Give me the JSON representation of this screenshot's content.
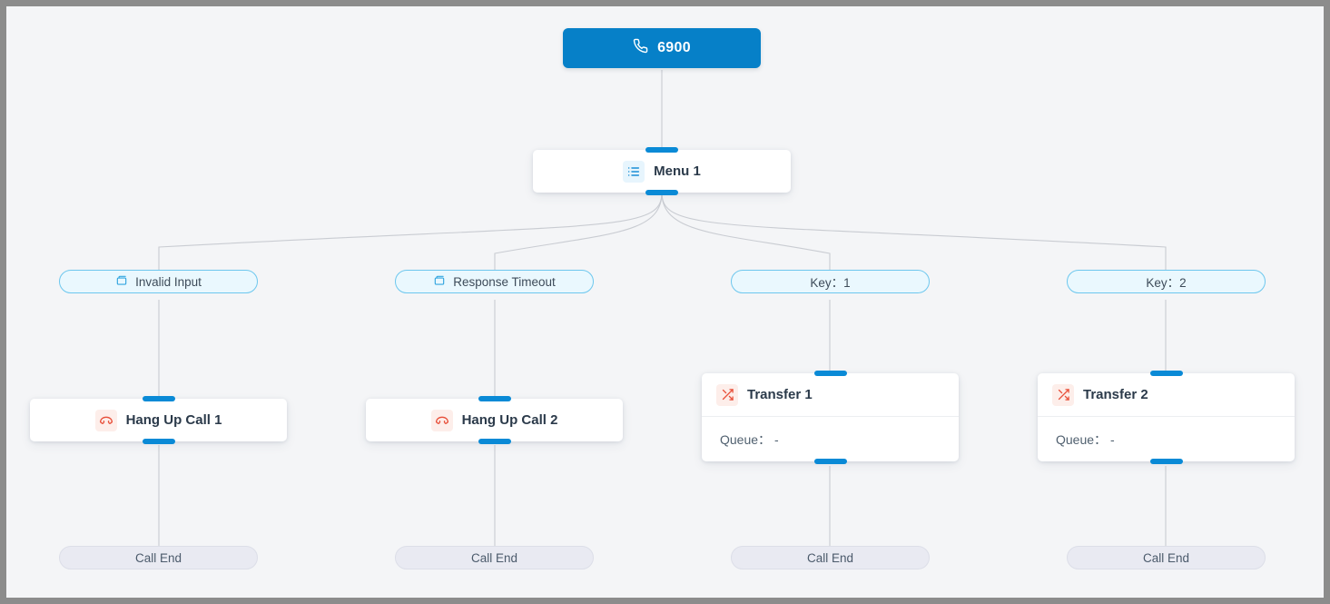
{
  "canvas": {
    "background_color": "#f4f5f7",
    "frame_color": "#8c8c8c",
    "accent_color": "#0680c8",
    "branch_pill_color": "#eaf8fe",
    "terminal_pill_color": "#e9eaf2",
    "danger_color": "#e8503a"
  },
  "entry": {
    "icon": "phone-icon",
    "label": "6900"
  },
  "menu": {
    "icon": "list-icon",
    "title": "Menu 1"
  },
  "branches": [
    {
      "icon": "loop-icon",
      "label": "Invalid Input"
    },
    {
      "icon": "loop-icon",
      "label": "Response Timeout"
    },
    {
      "icon": "",
      "label": "Key：1"
    },
    {
      "icon": "",
      "label": "Key：2"
    }
  ],
  "actions": [
    {
      "type": "hangup",
      "icon": "phone-hangup-icon",
      "title": "Hang Up Call 1"
    },
    {
      "type": "hangup",
      "icon": "phone-hangup-icon",
      "title": "Hang Up Call 2"
    },
    {
      "type": "transfer",
      "icon": "shuffle-icon",
      "title": "Transfer 1",
      "field_label": "Queue：",
      "field_value": "-"
    },
    {
      "type": "transfer",
      "icon": "shuffle-icon",
      "title": "Transfer 2",
      "field_label": "Queue：",
      "field_value": "-"
    }
  ],
  "terminals": [
    {
      "label": "Call End"
    },
    {
      "label": "Call End"
    },
    {
      "label": "Call End"
    },
    {
      "label": "Call End"
    }
  ]
}
